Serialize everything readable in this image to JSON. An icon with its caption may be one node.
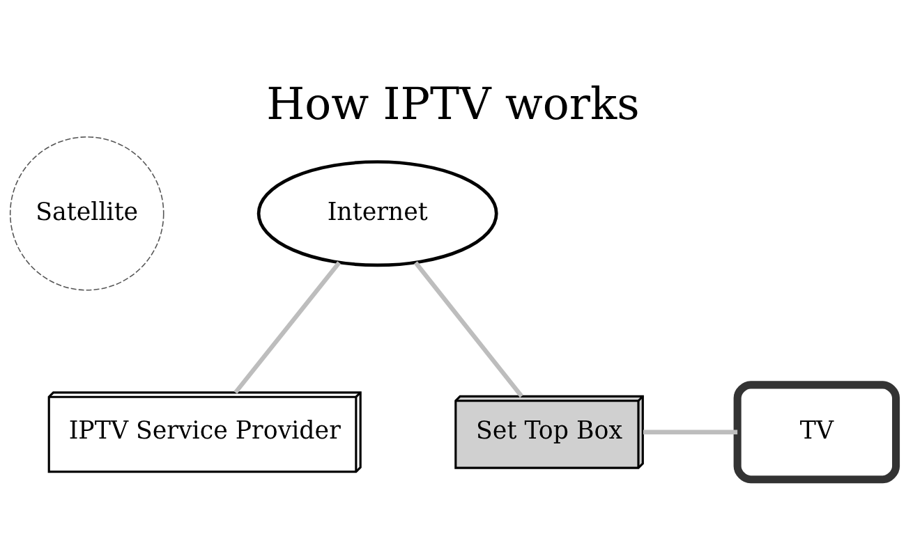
{
  "diagram": {
    "title": "How IPTV works",
    "nodes": [
      {
        "text": [
          "Satellite"
        ]
      },
      {
        "text": [
          "Internet"
        ]
      },
      {
        "text": [
          "TV"
        ]
      },
      {
        "text": [
          "IPTV Service Provider"
        ]
      },
      {
        "text": [
          "Set Top Box"
        ]
      }
    ],
    "edges": [
      {
        "from": 1,
        "to": 3,
        "arrow": "none"
      },
      {
        "from": 1,
        "to": 4,
        "arrow": "none"
      },
      {
        "from": 4,
        "to": 2,
        "arrow": "none"
      }
    ]
  }
}
